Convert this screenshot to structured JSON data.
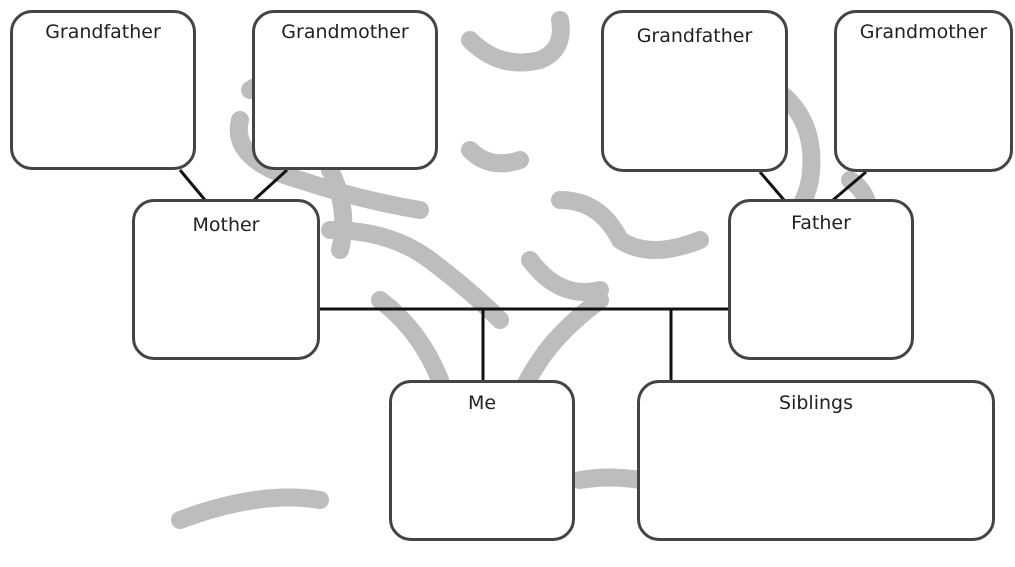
{
  "colors": {
    "box_border": "#444444",
    "connector": "#111111",
    "tree_watermark": "#bdbdbd"
  },
  "diagram": {
    "boxes": {
      "maternal_grandfather": "Grandfather",
      "maternal_grandmother": "Grandmother",
      "paternal_grandfather": "Grandfather",
      "paternal_grandmother": "Grandmother",
      "mother": "Mother",
      "father": "Father",
      "me": "Me",
      "siblings": "Siblings"
    }
  }
}
